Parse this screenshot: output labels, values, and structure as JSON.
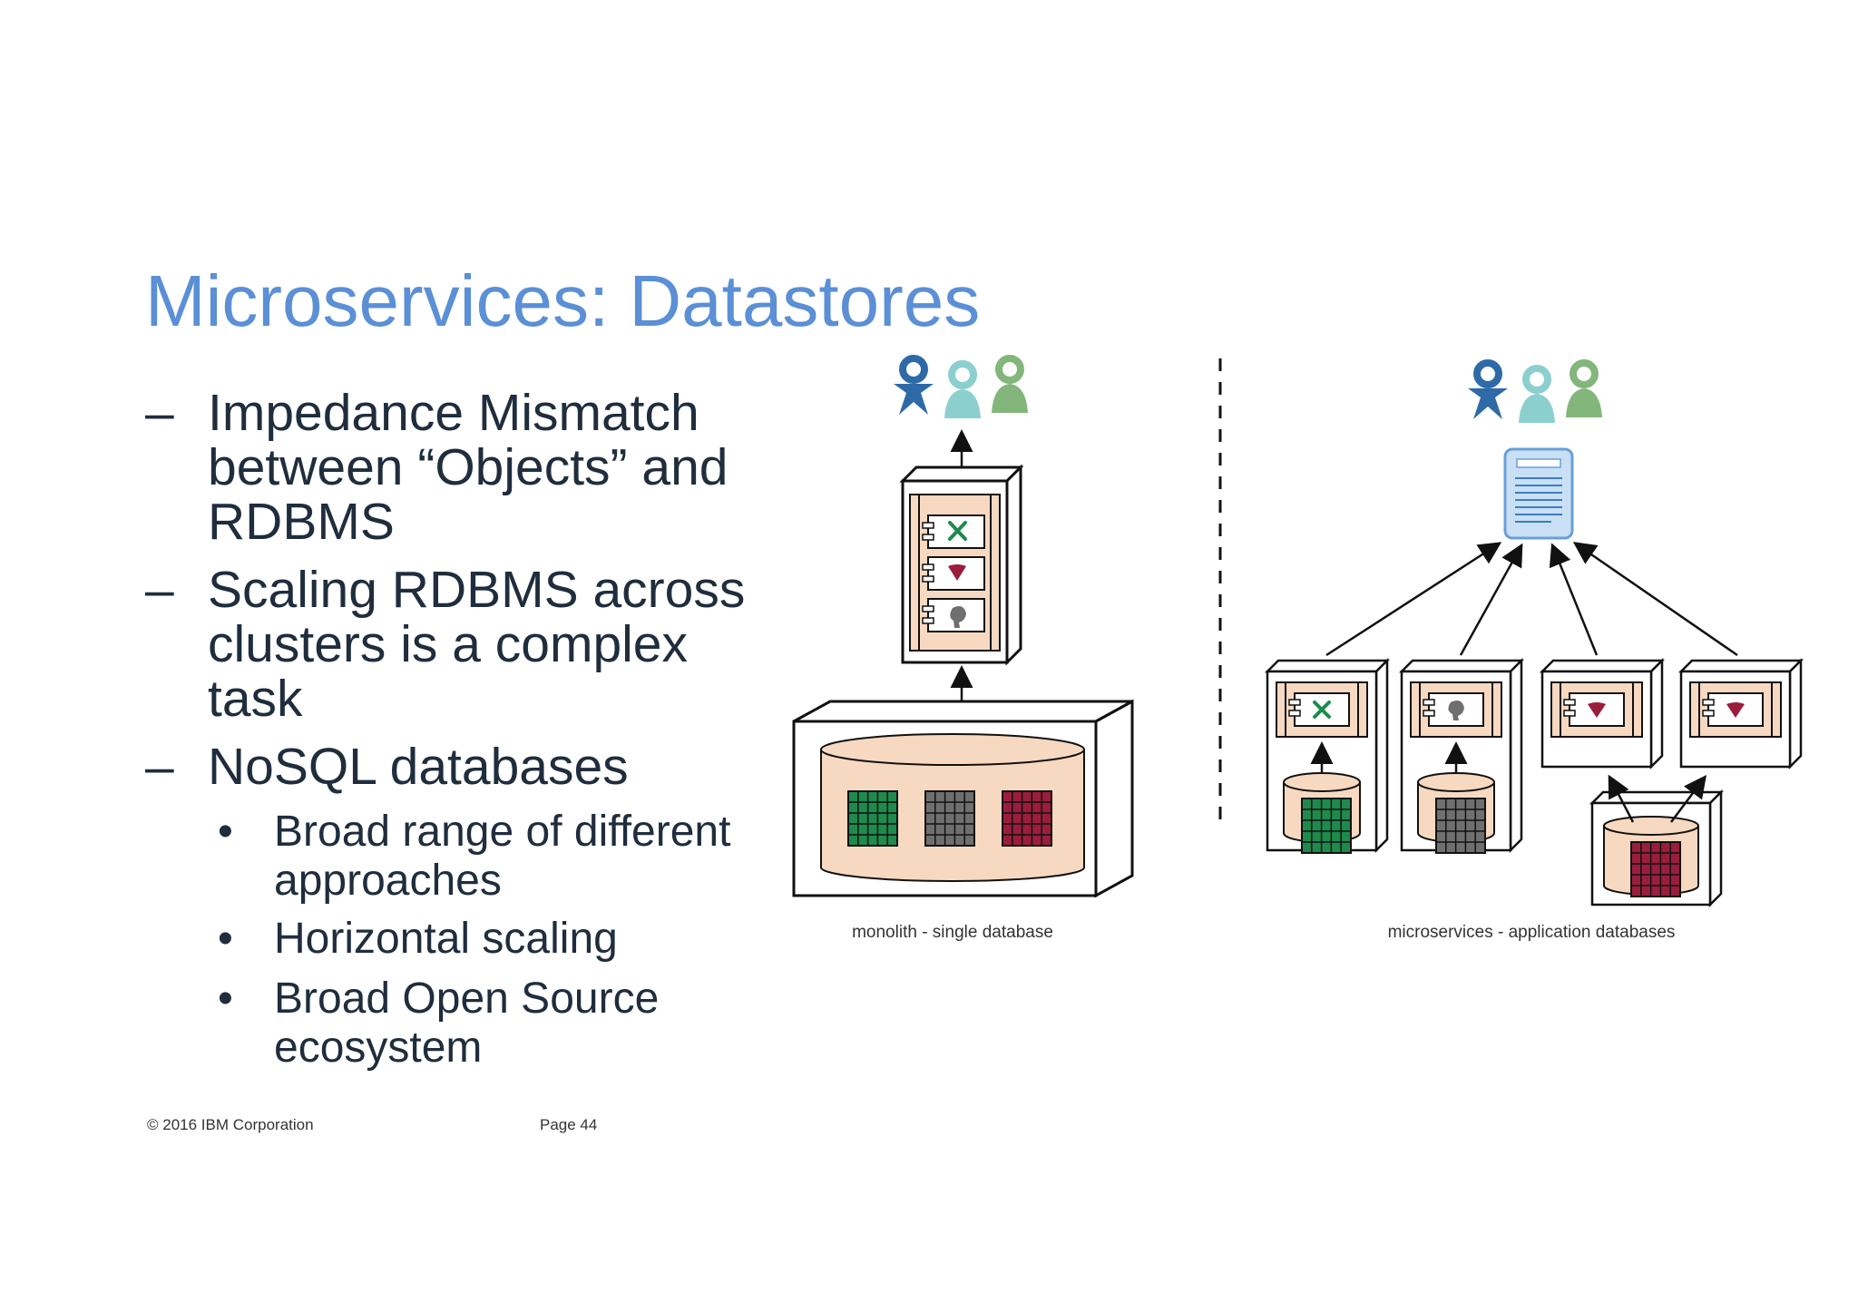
{
  "title": "Microservices: Datastores",
  "bullets": [
    {
      "level": 1,
      "marker": "–",
      "text": "Impedance Mismatch between “Objects” and RDBMS"
    },
    {
      "level": 1,
      "marker": "–",
      "text": "Scaling RDBMS across clusters is a complex task"
    },
    {
      "level": 1,
      "marker": "–",
      "text": "NoSQL databases"
    },
    {
      "level": 2,
      "marker": "•",
      "text": "Broad range of different approaches"
    },
    {
      "level": 2,
      "marker": "•",
      "text": "Horizontal  scaling"
    },
    {
      "level": 2,
      "marker": "•",
      "text": "Broad Open Source ecosystem"
    }
  ],
  "diagram": {
    "left_label": "monolith - single database",
    "right_label": "microservices - application databases"
  },
  "footer": {
    "copyright": "© 2016 IBM Corporation",
    "page": "Page 44"
  },
  "colors": {
    "title": "#5b8fd6",
    "peach": "#f7d9c1",
    "green": "#1e8a4c",
    "gray": "#6f6f6f",
    "crimson": "#9a1e3c",
    "user_blue": "#2f6aa8",
    "user_teal": "#8ccfcf",
    "user_green": "#82b67a"
  }
}
